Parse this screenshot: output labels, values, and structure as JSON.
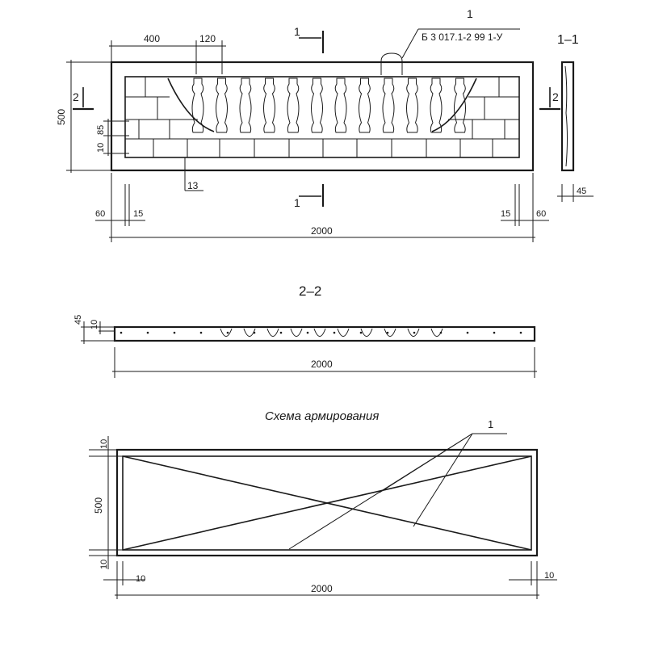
{
  "elevation": {
    "section_mark": "1",
    "section_mark_bottom": "1",
    "section_mark_left": "2",
    "section_mark_right": "2",
    "callout_number": "1",
    "callout_code": "Б 3 017.1-2 99 1-У",
    "callout_13": "13",
    "dims": {
      "top_400": "400",
      "top_120": "120",
      "height_500": "500",
      "left_10": "10",
      "left_85": "85",
      "bottom_60_left": "60",
      "bottom_15_left": "15",
      "bottom_15_right": "15",
      "bottom_60_right": "60",
      "length_2000": "2000"
    }
  },
  "section_1_1": {
    "title": "1–1",
    "dim_45": "45"
  },
  "section_2_2": {
    "title": "2–2",
    "dim_45": "45",
    "dim_10": "10",
    "length_2000": "2000"
  },
  "reinforcement": {
    "title": "Схема армирования",
    "callout_number": "1",
    "dims": {
      "top_10": "10",
      "height_500": "500",
      "bottom_10": "10",
      "left_10": "10",
      "right_10": "10",
      "length_2000": "2000"
    }
  }
}
